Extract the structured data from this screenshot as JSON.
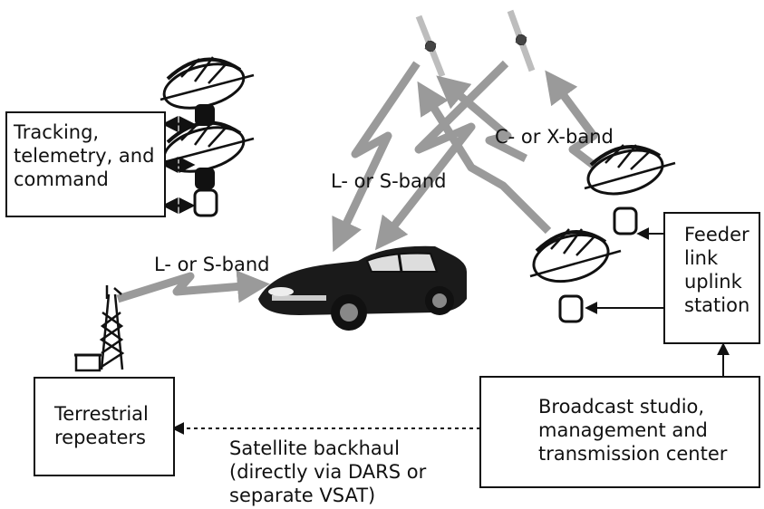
{
  "boxes": {
    "ttc": "Tracking,\ntelemetry, and\ncommand",
    "feeder": "Feeder\nlink\nuplink\nstation",
    "terrestrial": "Terrestrial\nrepeaters",
    "studio": "Broadcast studio,\nmanagement and\ntransmission center"
  },
  "labels": {
    "sat_downlink": "L- or S-band",
    "terrestrial_link": "L- or S-band",
    "feeder_band": "C- or X-band",
    "backhaul": "Satellite backhaul\n(directly via DARS or\nseparate VSAT)"
  },
  "colors": {
    "link_arrow": "#9a9a9a",
    "ink": "#111111",
    "car_body": "#1a1a1a"
  }
}
